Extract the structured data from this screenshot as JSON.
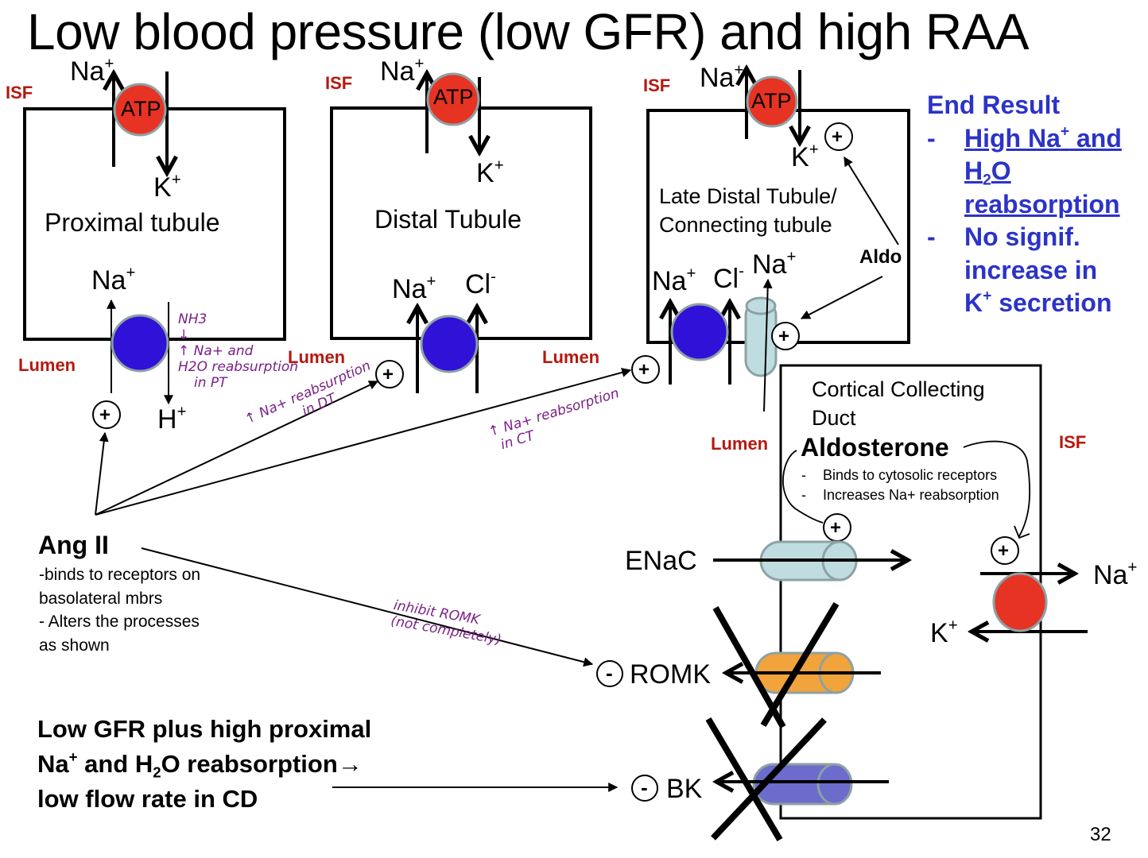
{
  "title": "Low blood pressure (low GFR) and high RAA",
  "colors": {
    "isf_lumen_label": "#b5180f",
    "atp_pump": "#e73323",
    "cotransporter": "#2f11d8",
    "channel_enac": "#bfdde0",
    "channel_romk": "#f1a33c",
    "channel_bk": "#6b6ccb",
    "end_result_text": "#2b33c8",
    "handwriting": "#7a2186"
  },
  "compartment_labels": {
    "isf": "ISF",
    "lumen": "Lumen"
  },
  "proximal": {
    "name": "Proximal tubule",
    "pump_label": "ATP",
    "top_out_ion": "Na",
    "top_in_ion": "K",
    "bottom_in_ion": "Na",
    "bottom_out_ion": "H",
    "plus": "+",
    "note": [
      "NH3",
      "↓",
      "↑ Na+ and",
      "H2O reabsurption",
      "in PT"
    ]
  },
  "distal": {
    "name": "Distal Tubule",
    "pump_label": "ATP",
    "top_out_ion": "Na",
    "top_in_ion": "K",
    "bottom_ion_1": "Na",
    "bottom_ion_2": "Cl",
    "plus": "+",
    "note": [
      "↑ Na+ reabsurption",
      "in DT"
    ]
  },
  "late_distal": {
    "name_line1": "Late Distal Tubule/",
    "name_line2": "Connecting tubule",
    "pump_label": "ATP",
    "top_out_ion": "Na",
    "top_in_ion": "K",
    "bottom_ion_1": "Na",
    "bottom_ion_2": "Cl",
    "channel_ion": "Na",
    "aldo_label": "Aldo",
    "plus": "+",
    "note": [
      "↑ Na+ reabsorption",
      "in CT"
    ]
  },
  "end_result": {
    "heading": "End Result",
    "bullets": [
      {
        "dash": "-",
        "lines": [
          "High Na",
          "and",
          "H",
          "2",
          "O",
          "reabsorption"
        ]
      },
      {
        "dash": "-",
        "lines": [
          "No signif.",
          "increase in",
          "K",
          "secretion"
        ]
      }
    ]
  },
  "collecting_duct": {
    "name_line1": "Cortical Collecting",
    "name_line2": "Duct",
    "hormone": "Aldosterone",
    "points": [
      "Binds to cytosolic receptors",
      "Increases Na+ reabsorption"
    ],
    "dash": "-",
    "channels": {
      "enac": "ENaC",
      "romk": "ROMK",
      "bk": "BK"
    },
    "basolateral_out_ion": "Na",
    "basolateral_in_ion": "K",
    "plus": "+",
    "minus": "-"
  },
  "ang2": {
    "heading": "Ang II",
    "lines": [
      "-binds to receptors on",
      "basolateral mbrs",
      "- Alters the processes",
      "as shown"
    ],
    "note": [
      "inhibit ROMK",
      "(not completely)"
    ]
  },
  "bottom_note": {
    "line1": "Low GFR plus high proximal",
    "line2_a": "Na",
    "line2_b": " and H",
    "line2_sub": "2",
    "line2_c": "O reabsorption→",
    "line3": "low flow rate in CD"
  },
  "charges": {
    "plus": "+",
    "minus": "-"
  },
  "page_number": "32"
}
